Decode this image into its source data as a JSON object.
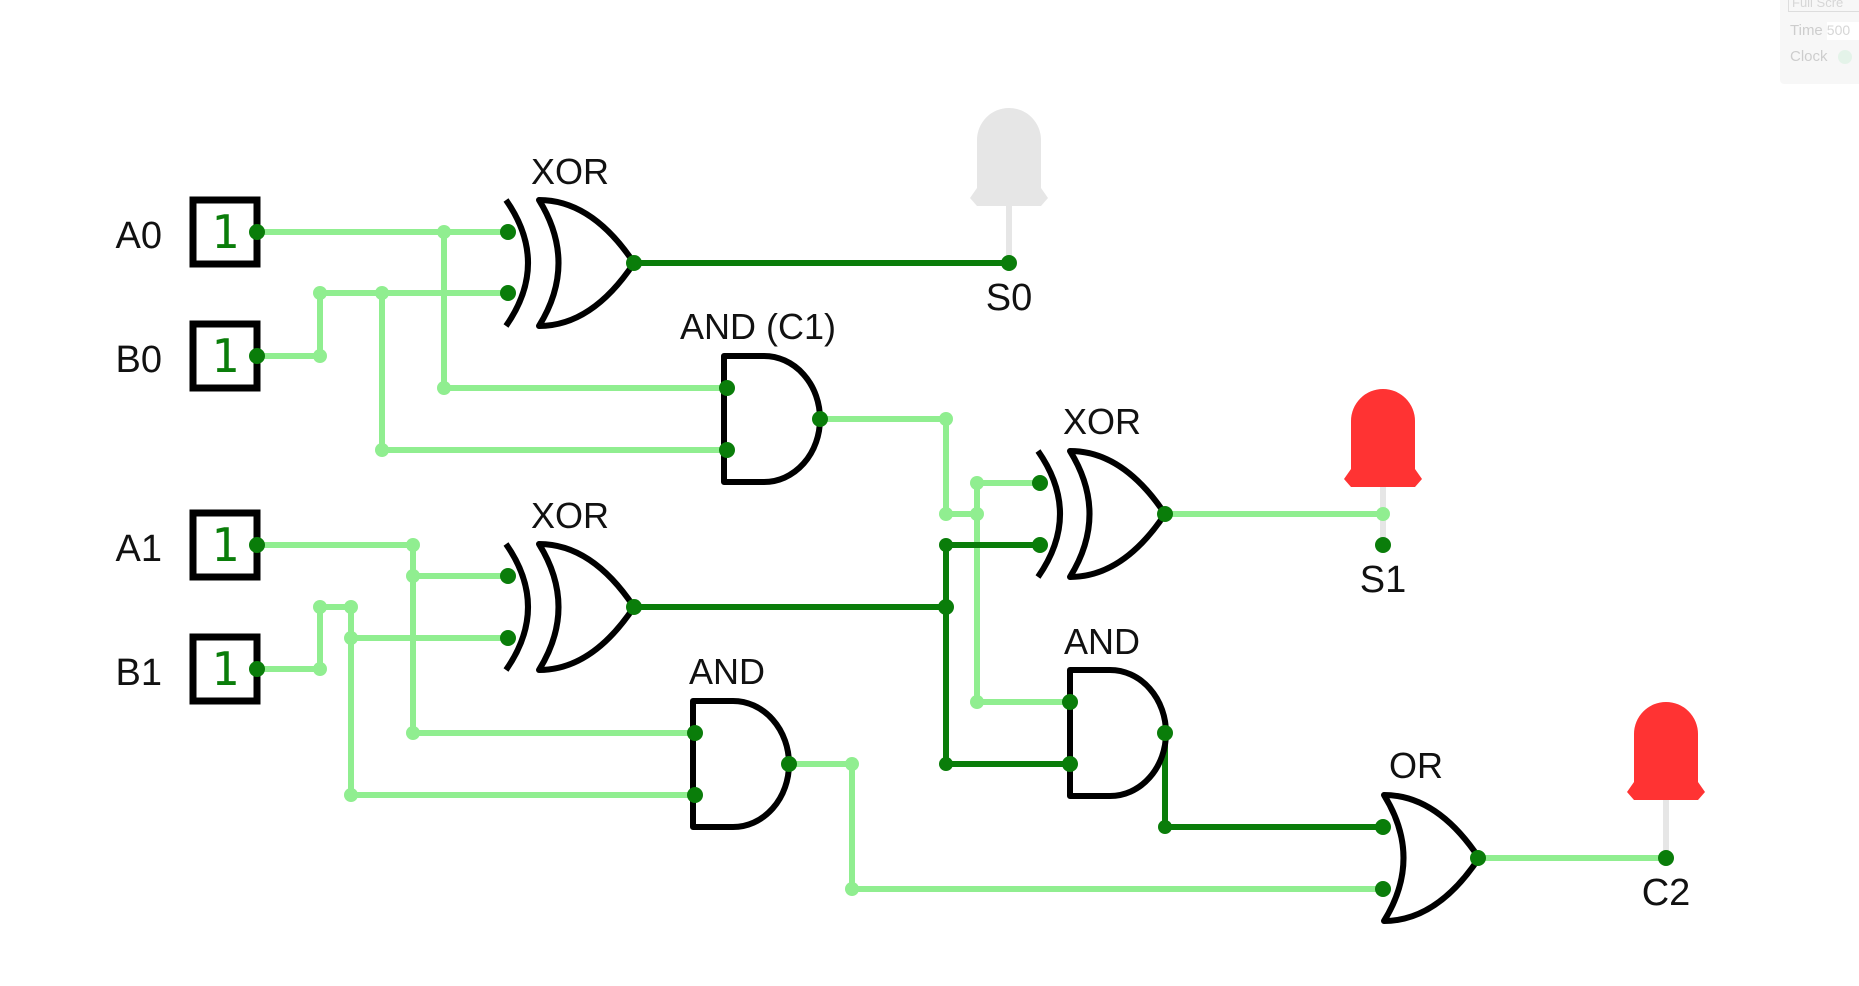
{
  "inputs": [
    {
      "name": "A0",
      "value": "1"
    },
    {
      "name": "B0",
      "value": "1"
    },
    {
      "name": "A1",
      "value": "1"
    },
    {
      "name": "B1",
      "value": "1"
    }
  ],
  "gates": [
    {
      "id": "xor1",
      "type": "XOR",
      "label": "XOR"
    },
    {
      "id": "and1",
      "type": "AND",
      "label": "AND (C1)"
    },
    {
      "id": "xor2",
      "type": "XOR",
      "label": "XOR"
    },
    {
      "id": "and2",
      "type": "AND",
      "label": "AND"
    },
    {
      "id": "xor3",
      "type": "XOR",
      "label": "XOR"
    },
    {
      "id": "and3",
      "type": "AND",
      "label": "AND"
    },
    {
      "id": "or1",
      "type": "OR",
      "label": "OR"
    }
  ],
  "outputs": [
    {
      "name": "S0",
      "state": "off",
      "color": "#e6e6e6"
    },
    {
      "name": "S1",
      "state": "on",
      "color": "#ff3333"
    },
    {
      "name": "C2",
      "state": "on",
      "color": "#ff3333"
    }
  ],
  "colors": {
    "wire_active": "#0a7d0a",
    "wire_inactive": "#90ee90",
    "led_on": "#ff3333",
    "led_off": "#e6e6e6"
  },
  "panel": {
    "full_screen": "Full Scre",
    "time_label": "Time",
    "time_value": "500",
    "clock_label": "Clock"
  }
}
